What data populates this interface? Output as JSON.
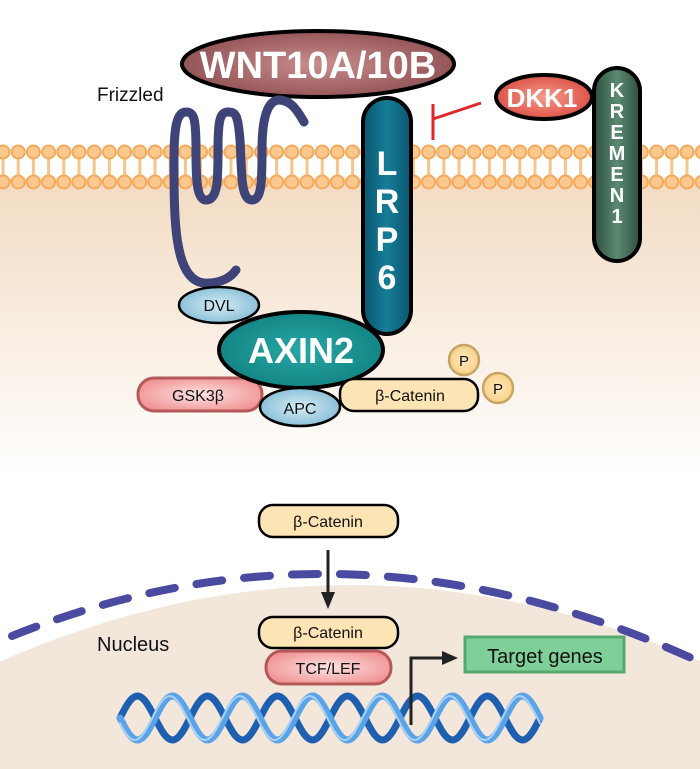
{
  "title": "WNT signaling pathway",
  "labels": {
    "wnt": "WNT10A/10B",
    "frizzled": "Frizzled",
    "dkk1": "DKK1",
    "kremen1_letters": [
      "K",
      "R",
      "E",
      "M",
      "E",
      "N",
      "1"
    ],
    "lrp6_letters": [
      "L",
      "R",
      "P",
      "6"
    ],
    "dvl": "DVL",
    "axin2": "AXIN2",
    "gsk3b": "GSK3β",
    "apc": "APC",
    "beta_catenin_complex": "β-Catenin",
    "phospho_1": "P",
    "phospho_2": "P",
    "beta_catenin_cytoplasm": "β-Catenin",
    "beta_catenin_nucleus": "β-Catenin",
    "tcf_lef": "TCF/LEF",
    "nucleus": "Nucleus",
    "target_genes": "Target genes"
  },
  "colors": {
    "wnt_fill": "#9c5a5c",
    "dkk1_fill": "#e0574a",
    "kremen_fill": "#3f6654",
    "lrp6_fill": "#0d6a82",
    "axin2_fill": "#14908f",
    "frizzled_stroke": "#3e4478",
    "inhibition": "#e0262e",
    "membrane": "#f5a95a",
    "cytoplasm": "#f2dcc4",
    "nucleus_fill": "#f3e6db",
    "nuclear_envelope": "#4a4aa0",
    "beta_catenin_fill": "#fde4b4",
    "gsk3b_fill": "#f08a8a",
    "dvl_apc_fill": "#8ec4dc",
    "phospho_fill": "#fbd58e",
    "target_fill": "#7fcf98",
    "dna": "#3a86d0"
  },
  "interactions": [
    {
      "from": "DKK1",
      "to": "LRP6",
      "type": "inhibition"
    },
    {
      "from": "β-Catenin (cytoplasm)",
      "to": "β-Catenin (nucleus)",
      "type": "translocation"
    },
    {
      "from": "TCF/LEF",
      "to": "Target genes",
      "type": "transcription"
    }
  ]
}
